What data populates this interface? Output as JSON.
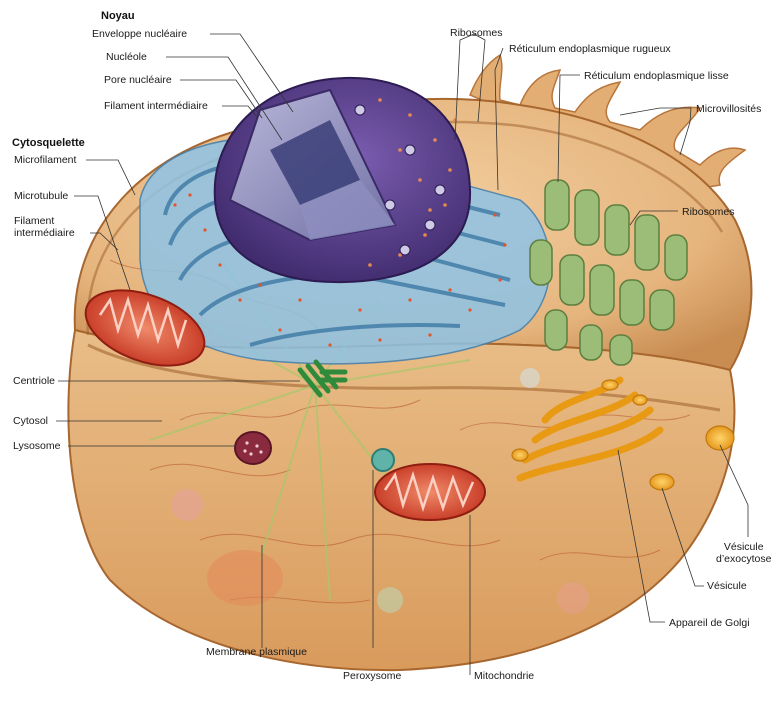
{
  "headings": {
    "noyau": "Noyau",
    "cytosquelette": "Cytosquelette"
  },
  "labels": {
    "enveloppe_nucleaire": "Enveloppe nucléaire",
    "nucleole": "Nucléole",
    "pore_nucleaire": "Pore nucléaire",
    "filament_intermediaire_noyau": "Filament intermédiaire",
    "microfilament": "Microfilament",
    "microtubule": "Microtubule",
    "filament_intermediaire_cyto": "Filament\nintermédiaire",
    "centriole": "Centriole",
    "cytosol": "Cytosol",
    "lysosome": "Lysosome",
    "membrane_plasmique": "Membrane plasmique",
    "peroxysome": "Peroxysome",
    "mitochondrie": "Mitochondrie",
    "ribosomes_top": "Ribosomes",
    "reticulum_rugueux": "Réticulum endoplasmique rugueux",
    "reticulum_lisse": "Réticulum endoplasmique lisse",
    "microvillosites": "Microvillosités",
    "ribosomes_right": "Ribosomes",
    "vesicule_exocytose": "Vésicule\nd’exocytose",
    "vesicule": "Vésicule",
    "appareil_golgi": "Appareil de Golgi"
  },
  "colors": {
    "cytoplasm": "#e7b77f",
    "cytoplasm_dark": "#c98d52",
    "membrane": "#b8753c",
    "nucleus": "#5b3f8c",
    "nucleus_light": "#8a6bb8",
    "rough_er": "#6fb0dc",
    "smooth_er": "#8fae6a",
    "golgi": "#f0a81e",
    "mitochondria": "#d8432f",
    "lysosome": "#8a2a3e",
    "peroxysome": "#5fb3a8",
    "centriole": "#3f9a4a",
    "ribosome": "#e0562a",
    "leader": "#333333"
  }
}
